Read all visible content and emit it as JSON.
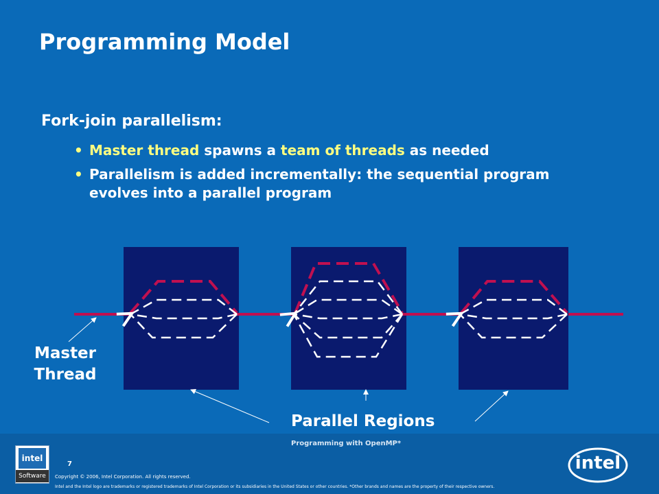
{
  "slide": {
    "title": "Programming Model",
    "heading": "Fork-join parallelism:",
    "bullets": [
      {
        "parts": [
          "Master thread",
          " spawns a ",
          "team of threads",
          " as needed"
        ]
      },
      {
        "text": "Parallelism is added incrementally: the sequential program evolves into a parallel program"
      }
    ],
    "bullet_glyph": "•"
  },
  "diagram": {
    "master_label_line1": "Master",
    "master_label_line2": "Thread",
    "regions_label": "Parallel Regions",
    "colors": {
      "region_box": "#0a1a6e",
      "master_line": "#c01050",
      "thread_line": "#ffffff",
      "highlight_text": "#ffff80"
    }
  },
  "footer": {
    "course": "Programming with OpenMP*",
    "page_number": "7",
    "copyright": "Copyright © 2006, Intel Corporation. All rights reserved.",
    "legal": "Intel and the Intel logo are trademarks or registered trademarks of Intel Corporation or its subsidiaries in the United States or other countries. *Other brands and names are the property of their respective owners.",
    "badge_logo": "intel",
    "badge_text": "Software",
    "brand_logo": "intel"
  }
}
